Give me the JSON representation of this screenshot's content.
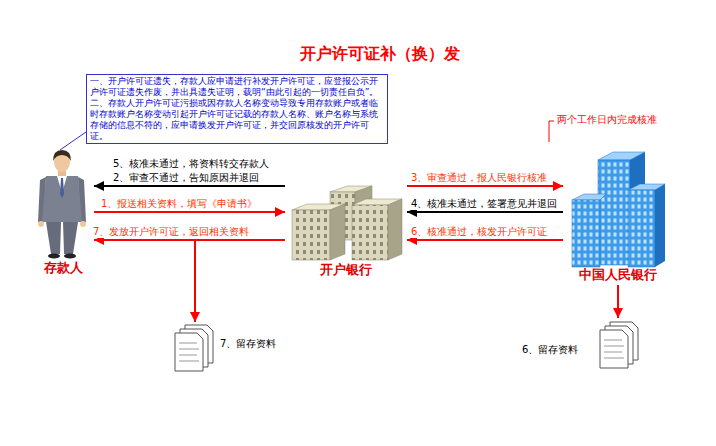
{
  "diagram": {
    "title": "开户许可证补（换）发",
    "nodes": [
      {
        "text": [
          "一、开户许可证遗失，存款人应申请进行补发开户许可证，应登报公示开户许可证遗失作废，并出具遗失证明，载明“由此引起的一切责任自负”。",
          "二、存款人开户许可证污损或因存款人名称变动导致专用存款账户或者临时存款账户名称变动引起开户许可证记载的存款人名称、账户名称与系统存储的信息不符的，应申请换发开户许可证，并交回原核发的开户许可证。"
        ]
      },
      {
        "text": [
          "存款人"
        ]
      },
      {
        "text": [
          "开户银行"
        ]
      },
      {
        "text": [
          "中国人民银行"
        ]
      },
      {
        "text": [
          "7、留存资料"
        ]
      },
      {
        "text": [
          "6、留存资料"
        ]
      }
    ],
    "edges": [
      {
        "from": 0,
        "to": 1,
        "arrow": "none"
      },
      {
        "from": 1,
        "to": 2,
        "label": "1、报送相关资料，填写《申请书》",
        "arrow": "to"
      },
      {
        "from": 2,
        "to": 1,
        "label": "2、审查不通过，告知原因并退回",
        "arrow": "to"
      },
      {
        "from": 2,
        "to": 3,
        "label": "3、审查通过，报人民银行核准",
        "arrow": "to"
      },
      {
        "from": 3,
        "to": 2,
        "label": "4、核准未通过，签署意见并退回",
        "arrow": "to"
      },
      {
        "from": 3,
        "to": 2,
        "label": "6、核准通过，核发开户许可证",
        "arrow": "to"
      },
      {
        "from": 2,
        "to": 1,
        "label": "7、发放开户许可证，返回相关资料",
        "arrow": "to"
      },
      {
        "from": 2,
        "to": 4,
        "arrow": "to"
      },
      {
        "from": 3,
        "to": 5,
        "arrow": "to"
      }
    ],
    "labels": [
      "5、核准未通过，将资料转交存款人",
      "两个工作日内完成核准"
    ]
  }
}
